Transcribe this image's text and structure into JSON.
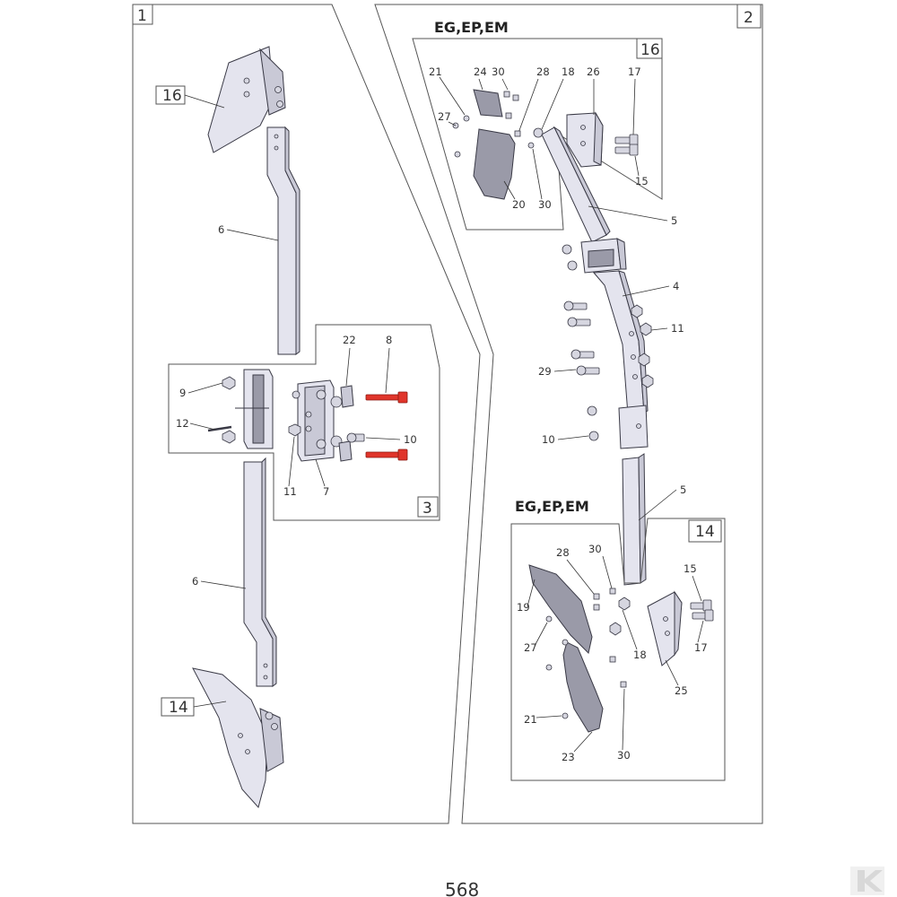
{
  "page_number": "568",
  "brand_mark": "K",
  "panels": {
    "panel_1": "1",
    "panel_2": "2",
    "detail_3": "3",
    "detail_16_a": "16",
    "detail_14_a": "14",
    "detail_16_b": "16",
    "detail_14_b": "14"
  },
  "variants": {
    "top": "EG,EP,EM",
    "bottom": "EG,EP,EM"
  },
  "callouts": {
    "c6a": "6",
    "c6b": "6",
    "c9": "9",
    "c12": "12",
    "c22": "22",
    "c8": "8",
    "c10a": "10",
    "c11a": "11",
    "c7": "7",
    "c21a": "21",
    "c24": "24",
    "c30a": "30",
    "c28a": "28",
    "c18a": "18",
    "c26": "26",
    "c17a": "17",
    "c27a": "27",
    "c20": "20",
    "c30b": "30",
    "c15a": "15",
    "c5a": "5",
    "c4": "4",
    "c11b": "11",
    "c29": "29",
    "c10b": "10",
    "c5b": "5",
    "c28b": "28",
    "c30c": "30",
    "c15b": "15",
    "c19": "19",
    "c27b": "27",
    "c18b": "18",
    "c17b": "17",
    "c25": "25",
    "c21b": "21",
    "c23": "23",
    "c30d": "30"
  },
  "colors": {
    "highlight_bolt": "#e0352b",
    "part_fill": "#e4e4ee",
    "outline": "#3a3a46"
  }
}
